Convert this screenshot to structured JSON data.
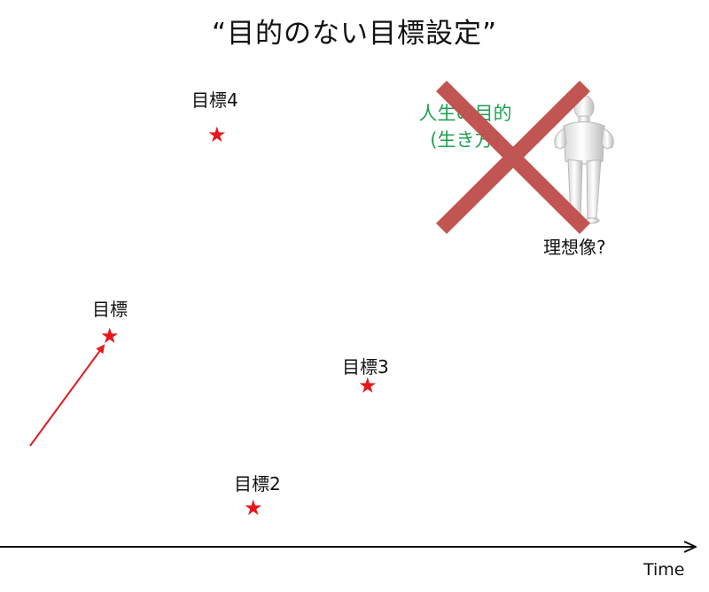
{
  "title": "“目的のない目標設定”",
  "goals": {
    "goal1": "目標",
    "goal2": "目標2",
    "goal3": "目標3",
    "goal4": "目標4"
  },
  "life_purpose": {
    "line1": "人生の目的",
    "line2": "(生き方)"
  },
  "ideal": "理想像?",
  "axis": {
    "x_label": "Time"
  },
  "colors": {
    "star": "#e8151b",
    "arrow": "#e21b22",
    "cross": "#c0504d",
    "life_text": "#1f9f52"
  }
}
